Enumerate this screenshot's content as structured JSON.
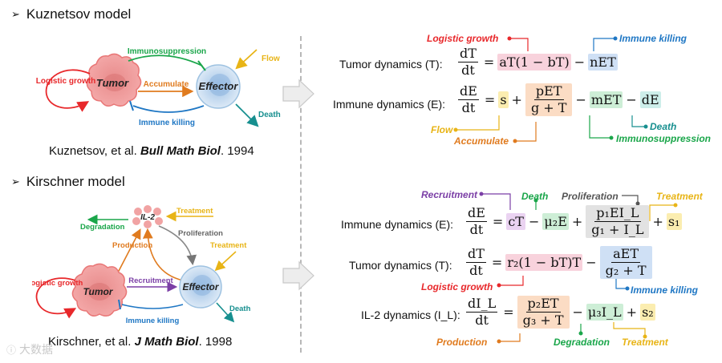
{
  "kuznetsov": {
    "header": "Kuznetsov model",
    "citation_pre": "Kuznetsov, et al. ",
    "citation_journal": "Bull Math Biol",
    "citation_year": ". 1994",
    "diagram": {
      "logistic_growth": "Logistic growth",
      "tumor": "Tumor",
      "effector": "Effector",
      "immunosuppression": "Immunosuppression",
      "accumulate": "Accumulate",
      "immune_killing": "Immune killing",
      "flow": "Flow",
      "death": "Death"
    },
    "eq_tumor": {
      "label": "Tumor dynamics (T):",
      "lhs_num": "dT",
      "lhs_den": "dt",
      "term1": "aT(1 − bT)",
      "term2": "nET",
      "ann_logistic": "Logistic growth",
      "ann_killing": "Immune killing"
    },
    "eq_immune": {
      "label": "Immune dynamics (E):",
      "lhs_num": "dE",
      "lhs_den": "dt",
      "term_s": "s",
      "frac_num": "pET",
      "frac_den": "g + T",
      "term_m": "mET",
      "term_d": "dE",
      "ann_flow": "Flow",
      "ann_accumulate": "Accumulate",
      "ann_death": "Death",
      "ann_immunosuppression": "Immunosuppression"
    }
  },
  "kirschner": {
    "header": "Kirschner model",
    "citation_pre": "Kirschner, et al. ",
    "citation_journal": "J Math Biol",
    "citation_year": ". 1998",
    "diagram": {
      "il2": "IL-2",
      "treatment_top": "Treatment",
      "degradation": "Degradation",
      "production": "Production",
      "proliferation": "Proliferation",
      "treatment_right": "Treatment",
      "logistic_growth": "Logistic growth",
      "tumor": "Tumor",
      "recruitment": "Recruitment",
      "effector": "Effector",
      "immune_killing": "Immune killing",
      "death": "Death"
    },
    "eq_immune": {
      "label": "Immune dynamics (E):",
      "lhs_num": "dE",
      "lhs_den": "dt",
      "term_c": "cT",
      "term_mu2": "μ₂E",
      "frac_num": "p₁EI_L",
      "frac_den": "g₁ + I_L",
      "term_s1": "s₁",
      "ann_recruitment": "Recruitment",
      "ann_death": "Death",
      "ann_proliferation": "Proliferation",
      "ann_treatment": "Treatment"
    },
    "eq_tumor": {
      "label": "Tumor dynamics (T):",
      "lhs_num": "dT",
      "lhs_den": "dt",
      "term_r2": "r₂(1 − bT)T",
      "frac_num": "aET",
      "frac_den": "g₂ + T",
      "ann_logistic": "Logistic growth",
      "ann_killing": "Immune killing"
    },
    "eq_il2": {
      "label": "IL-2 dynamics (I_L):",
      "lhs_num": "dI_L",
      "lhs_den": "dt",
      "frac_num": "p₂ET",
      "frac_den": "g₃ + T",
      "term_mu3": "μ₃I_L",
      "term_s2": "s₂",
      "ann_production": "Production",
      "ann_degradation": "Degradation",
      "ann_treatment": "Treatment"
    }
  },
  "watermark": "大数据",
  "colors": {
    "red": "#e8282b",
    "blue": "#1f77c4",
    "green": "#1aa64a",
    "orange": "#e07b1f",
    "yellow": "#e8b416",
    "purple": "#7b3fa6",
    "teal": "#178f8f",
    "gray": "#555555",
    "box_pink": "#f8d2dc",
    "box_blue": "#cfe0f5",
    "box_yellow": "#fbedb0",
    "box_orange": "#fbdcc4",
    "box_green": "#cdeed6",
    "box_teal": "#cdeeea",
    "box_purple": "#ead3f1",
    "box_gray": "#e2e2e2"
  }
}
